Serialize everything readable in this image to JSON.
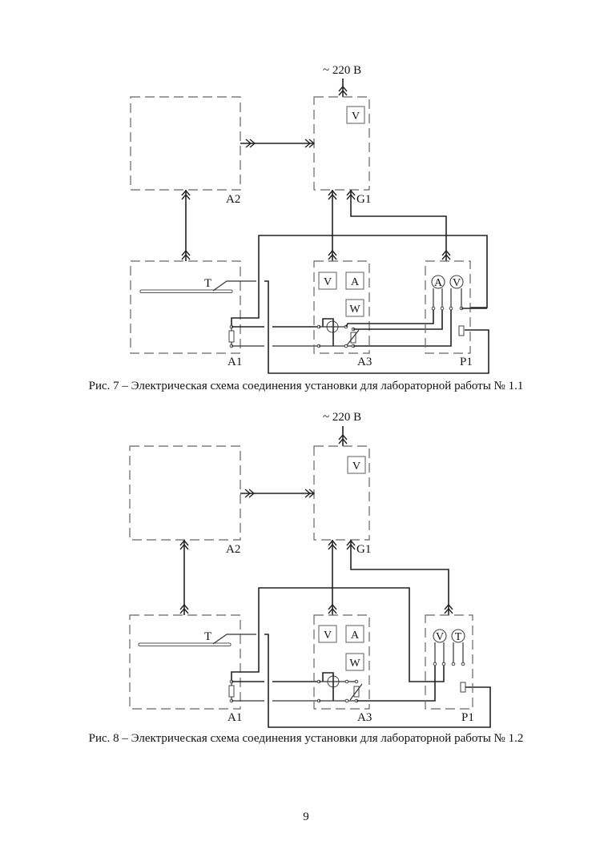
{
  "figures": [
    {
      "supply_label": "~ 220 В",
      "blocks": {
        "a1": "A1",
        "a2": "A2",
        "a3": "A3",
        "g1": "G1",
        "p1": "P1"
      },
      "sensor_label": "T",
      "g1_meter": "V",
      "a3_meters": [
        "V",
        "A",
        "W"
      ],
      "p1_meters": [
        "A",
        "V"
      ],
      "caption": "Рис. 7 – Электрическая схема соединения установки для лабораторной работы № 1.1"
    },
    {
      "supply_label": "~ 220 В",
      "blocks": {
        "a1": "A1",
        "a2": "A2",
        "a3": "A3",
        "g1": "G1",
        "p1": "P1"
      },
      "sensor_label": "T",
      "g1_meter": "V",
      "a3_meters": [
        "V",
        "A",
        "W"
      ],
      "p1_meters": [
        "V",
        "T"
      ],
      "caption": "Рис. 8 – Электрическая схема соединения установки для лабораторной работы № 1.2"
    }
  ],
  "page_number": "9"
}
